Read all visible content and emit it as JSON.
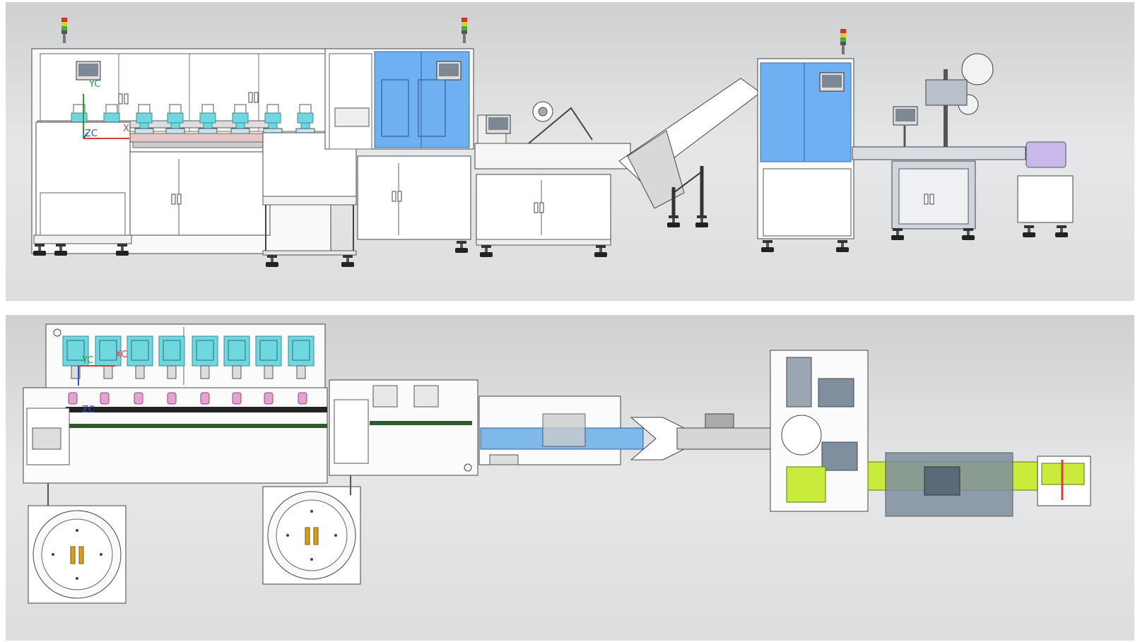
{
  "axes": {
    "top": {
      "y_label": "YC",
      "z_label": "ZC",
      "x_label": "X"
    },
    "bottom": {
      "y_label": "YC",
      "z_label": "ZC",
      "x_label": "XC"
    }
  },
  "colors": {
    "cover_blue": "#5fa8f0",
    "part_cyan": "#6fd7df",
    "part_pink": "#e6a3d2",
    "part_green": "#c9ec3c",
    "frame_gray": "#7f8f9e",
    "axis_x": "#d04040",
    "axis_y": "#2f9a3a",
    "axis_z": "#3050d0"
  },
  "icons": [
    "signal-tower-icon",
    "touch-panel-icon",
    "cabinet-handle-icon",
    "leveling-foot-icon",
    "rotary-feeder-icon"
  ]
}
